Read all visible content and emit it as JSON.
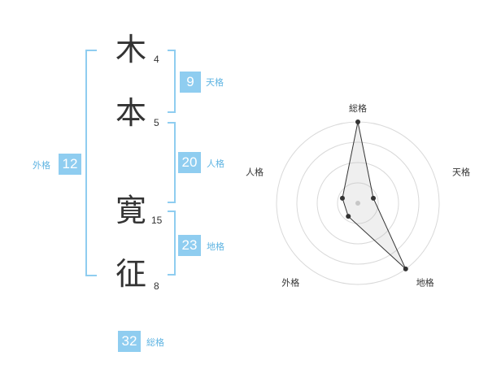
{
  "name": {
    "chars": [
      {
        "char": "木",
        "strokes": "4"
      },
      {
        "char": "本",
        "strokes": "5"
      },
      {
        "char": "寛",
        "strokes": "15"
      },
      {
        "char": "征",
        "strokes": "8"
      }
    ]
  },
  "fortune": {
    "tenkaku": {
      "value": "9",
      "label": "天格"
    },
    "jinkaku": {
      "value": "20",
      "label": "人格"
    },
    "chikaku": {
      "value": "23",
      "label": "地格"
    },
    "gaikaku": {
      "value": "12",
      "label": "外格"
    },
    "soukaku": {
      "value": "32",
      "label": "総格"
    }
  },
  "colors": {
    "accent": "#8fcdf0",
    "accent_text": "#5fb4e2"
  },
  "chart_data": {
    "type": "radar",
    "axes": [
      "総格",
      "天格",
      "地格",
      "外格",
      "人格"
    ],
    "values": [
      5,
      1,
      5,
      1,
      1
    ],
    "rmax": 5,
    "rings": 4
  }
}
